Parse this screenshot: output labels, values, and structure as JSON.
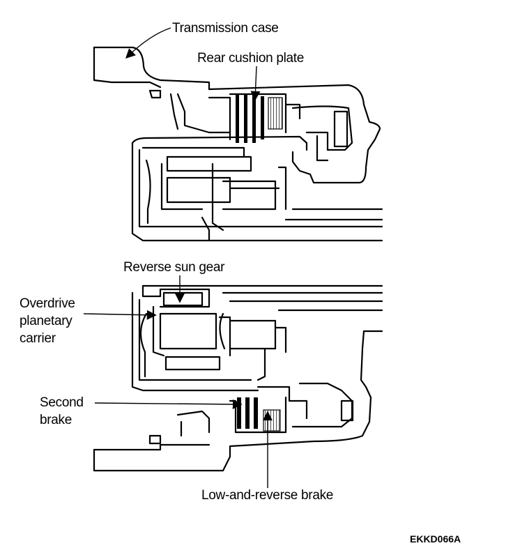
{
  "labels": {
    "transmission_case": "Transmission case",
    "rear_cushion_plate": "Rear cushion plate",
    "reverse_sun_gear": "Reverse sun gear",
    "overdrive_planetary_carrier_line1": "Overdrive",
    "overdrive_planetary_carrier_line2": "planetary",
    "overdrive_planetary_carrier_line3": "carrier",
    "second_brake_line1": "Second",
    "second_brake_line2": "brake",
    "low_and_reverse_brake": "Low-and-reverse brake",
    "figure_code": "EKKD066A"
  }
}
